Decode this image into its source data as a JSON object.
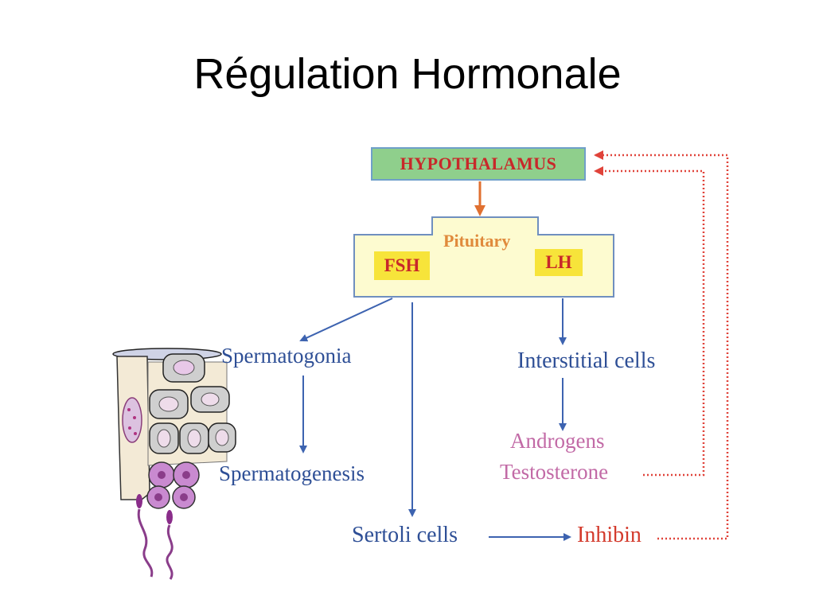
{
  "slide": {
    "title": "Régulation Hormonale"
  },
  "diagram": {
    "hypothalamus": "HYPOTHALAMUS",
    "pituitary": "Pituitary",
    "fsh": "FSH",
    "lh": "LH",
    "spermatogonia": "Spermatogonia",
    "spermatogenesis": "Spermatogenesis",
    "interstitial_cells": "Interstitial cells",
    "androgens": "Androgens",
    "testosterone": "Testosterone",
    "sertoli_cells": "Sertoli cells",
    "inhibin": "Inhibin"
  },
  "colors": {
    "blue_text": "#2e4f96",
    "pink_text": "#c26aa6",
    "red_text": "#d33a2c",
    "orange_text": "#e08a3c",
    "arrow_blue": "#3d63b0",
    "feedback_red": "#e0433a",
    "pituitary_fill": "#fdfbd0",
    "hypothalamus_fill": "#8fcf8c",
    "chip_yellow": "#f7e43a"
  }
}
